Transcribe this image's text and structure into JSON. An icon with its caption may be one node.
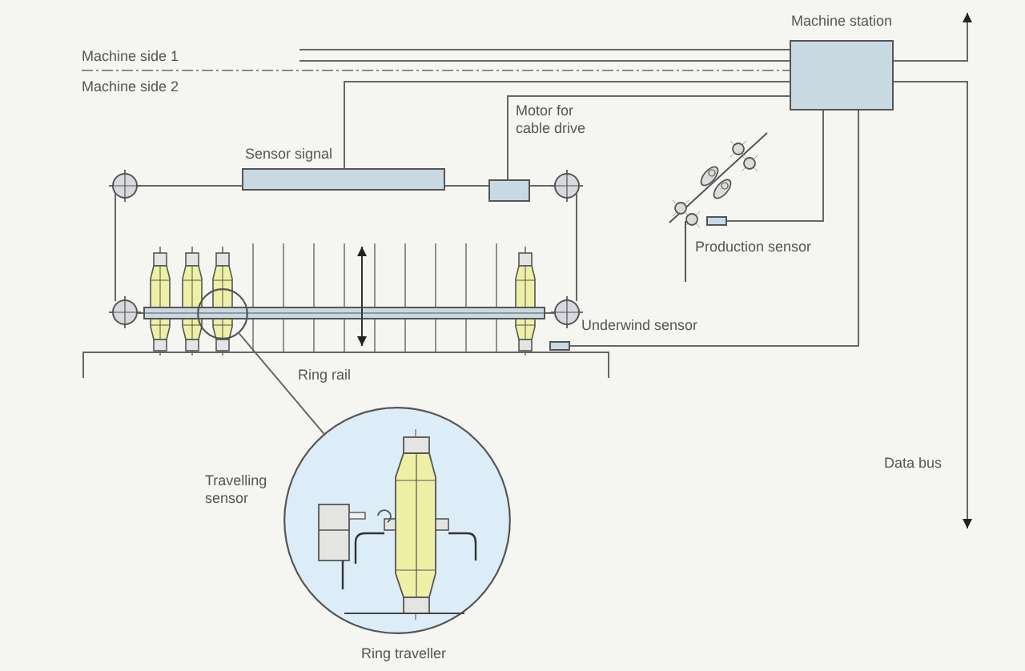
{
  "diagram": {
    "nodes": [
      {
        "text": [
          "Machine station"
        ]
      },
      {
        "text": [],
        "shape": "box",
        "beside": [
          "Motor for cable drive"
        ]
      },
      {
        "text": [],
        "shape": "bar",
        "beside": [
          "Sensor signal"
        ]
      },
      {
        "text": [],
        "shape": "box",
        "beside": [
          "Production sensor"
        ]
      },
      {
        "text": [],
        "shape": "box",
        "beside": [
          "Underwind sensor"
        ]
      },
      {
        "text": [],
        "shape": "circle"
      },
      {
        "text": [],
        "shape": "circle",
        "beside": [
          "Travelling sensor",
          "Ring traveller"
        ]
      }
    ],
    "edges": [
      {
        "from": null,
        "to": 0,
        "arrow": "none"
      },
      {
        "from": null,
        "to": 0,
        "arrow": "none"
      },
      {
        "from": 0,
        "to": 2,
        "arrow": "none"
      },
      {
        "from": 0,
        "to": 1,
        "arrow": "none"
      },
      {
        "from": 0,
        "to": 3,
        "arrow": "none"
      },
      {
        "from": 0,
        "to": 4,
        "arrow": "none"
      },
      {
        "from": 0,
        "to": null,
        "arrow": "to"
      },
      {
        "from": 0,
        "to": null,
        "arrow": "to",
        "label": "Data bus"
      },
      {
        "from": 5,
        "to": 6,
        "arrow": "none"
      }
    ],
    "labels": [
      "Machine side 1",
      "Machine side 2",
      "Ring rail"
    ]
  }
}
